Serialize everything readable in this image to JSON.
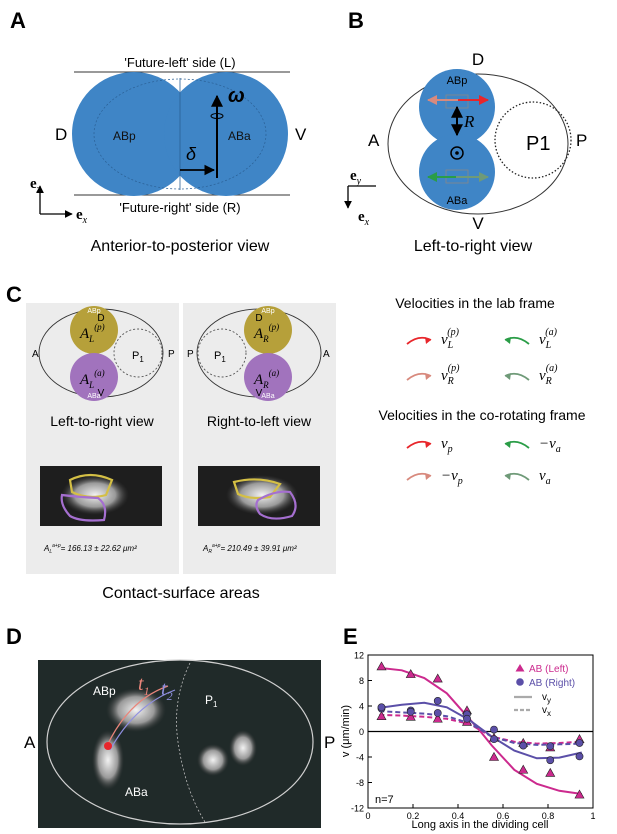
{
  "panels": {
    "A": {
      "letter": "A",
      "top_label": "'Future-left' side (L)",
      "bottom_label": "'Future-right' side (R)",
      "left_axis": "D",
      "right_axis": "V",
      "cell_left": "ABp",
      "cell_right": "ABa",
      "omega": "ω",
      "delta": "δ",
      "axis_z": "e",
      "axis_z_sub": "z",
      "axis_x": "e",
      "axis_x_sub": "x",
      "caption": "Anterior-to-posterior view"
    },
    "B": {
      "letter": "B",
      "top": "D",
      "bottom": "V",
      "left": "A",
      "right": "P",
      "cell_top": "ABp",
      "cell_bottom": "ABa",
      "p1": "P",
      "p1_sub": "1",
      "R": "R",
      "axis_y": "e",
      "axis_y_sub": "y",
      "axis_x": "e",
      "axis_x_sub": "x",
      "caption": "Left-to-right view"
    },
    "C": {
      "letter": "C",
      "left_view": {
        "D": "D",
        "V": "V",
        "A": "A",
        "P": "P",
        "cell_top_small": "ABp",
        "cell_bottom_small": "ABa",
        "area_top": "A",
        "area_top_sub": "L",
        "area_top_sup": "(p)",
        "area_bottom": "A",
        "area_bottom_sub": "L",
        "area_bottom_sup": "(a)",
        "p1": "P",
        "p1_sub": "1",
        "caption": "Left-to-right view",
        "area_value_prefix": "A",
        "area_value_sub": "L",
        "area_value_sup": "a+p",
        "area_value": "= 166.13 ± 22.62 μm²"
      },
      "right_view": {
        "D": "D",
        "V": "V",
        "A": "A",
        "P": "P",
        "cell_top_small": "ABp",
        "cell_bottom_small": "ABa",
        "area_top": "A",
        "area_top_sub": "R",
        "area_top_sup": "(p)",
        "area_bottom": "A",
        "area_bottom_sub": "R",
        "area_bottom_sup": "(a)",
        "p1": "P",
        "p1_sub": "1",
        "caption": "Right-to-left view",
        "area_value_prefix": "A",
        "area_value_sub": "R",
        "area_value_sup": "a+p",
        "area_value": "= 210.49 ± 39.91 μm²"
      },
      "caption": "Contact-surface areas",
      "lab_frame_title": "Velocities in the lab frame",
      "lab": [
        {
          "sym": "v",
          "sub": "L",
          "sup": "(p)",
          "color": "#e8262b"
        },
        {
          "sym": "v",
          "sub": "L",
          "sup": "(a)",
          "color": "#2a9d47"
        },
        {
          "sym": "v",
          "sub": "R",
          "sup": "(p)",
          "color": "#d88a7e"
        },
        {
          "sym": "v",
          "sub": "R",
          "sup": "(a)",
          "color": "#6f9a78"
        }
      ],
      "corot_frame_title": "Velocities in the co-rotating frame",
      "corot": [
        {
          "sym": "v",
          "sub": "p",
          "prefix": "",
          "color": "#e8262b"
        },
        {
          "sym": "v",
          "sub": "a",
          "prefix": "−",
          "color": "#2a9d47"
        },
        {
          "sym": "v",
          "sub": "p",
          "prefix": "−",
          "color": "#d88a7e"
        },
        {
          "sym": "v",
          "sub": "a",
          "prefix": "",
          "color": "#6f9a78"
        }
      ]
    },
    "D": {
      "letter": "D",
      "A": "A",
      "P": "P",
      "cell_top": "ABp",
      "cell_bottom": "ABa",
      "p1": "P",
      "p1_sub": "1",
      "t1": "t",
      "t1_sub": "1",
      "t2": "t",
      "t2_sub": "2"
    },
    "E": {
      "letter": "E",
      "n_label": "n=7"
    }
  },
  "chart_data": {
    "type": "scatter",
    "xlabel": "Long axis in the dividing cell",
    "ylabel": "v (μm/min)",
    "xlim": [
      0,
      1
    ],
    "ylim": [
      -12,
      12
    ],
    "xticks": [
      "0",
      "0.2",
      "0.4",
      "0.6",
      "0.8",
      "1"
    ],
    "xtick_values": [
      0,
      0.2,
      0.4,
      0.6,
      0.8,
      1
    ],
    "yticks": [
      "12",
      "8",
      "4",
      "0",
      "-4",
      "-8",
      "-12"
    ],
    "ytick_values": [
      12,
      8,
      4,
      0,
      -4,
      -8,
      -12
    ],
    "legend": [
      "AB (Left)",
      "AB (Right)",
      "v",
      "v"
    ],
    "legend_subs": [
      "",
      "",
      "y",
      "x"
    ],
    "series": [
      {
        "name": "AB (Left)",
        "marker": "triangle",
        "color": "#cc2a8e",
        "x": [
          0.06,
          0.19,
          0.31,
          0.44,
          0.56,
          0.69,
          0.81,
          0.94
        ],
        "y": [
          10.2,
          9.0,
          8.3,
          3.3,
          -4.0,
          -6.0,
          -6.5,
          -9.9
        ]
      },
      {
        "name": "AB (Right)",
        "marker": "circle",
        "color": "#5b4fa8",
        "x": [
          0.06,
          0.19,
          0.31,
          0.44,
          0.56,
          0.69,
          0.81,
          0.94
        ],
        "y": [
          3.6,
          3.3,
          4.8,
          2.7,
          0.3,
          -2.2,
          -4.5,
          -3.9
        ]
      },
      {
        "name": "AB (Left) vx",
        "marker": "triangle",
        "color": "#cc2a8e",
        "x": [
          0.06,
          0.19,
          0.31,
          0.44,
          0.56,
          0.69,
          0.81,
          0.94
        ],
        "y": [
          2.4,
          2.3,
          2.0,
          1.5,
          -1.0,
          -1.8,
          -2.5,
          -1.2
        ]
      },
      {
        "name": "AB (Right) vx",
        "marker": "circle",
        "color": "#5b4fa8",
        "x": [
          0.06,
          0.19,
          0.31,
          0.44,
          0.56,
          0.69,
          0.81,
          0.94
        ],
        "y": [
          3.8,
          3.1,
          2.9,
          2.0,
          -1.2,
          -2.2,
          -2.3,
          -1.8
        ]
      }
    ],
    "curves": [
      {
        "name": "AB (Left) vy",
        "color": "#cc2a8e",
        "dash": false,
        "x": [
          0.05,
          0.15,
          0.25,
          0.35,
          0.45,
          0.5,
          0.55,
          0.65,
          0.75,
          0.85,
          0.95
        ],
        "y": [
          10.0,
          9.6,
          8.4,
          6.0,
          2.0,
          0.0,
          -2.2,
          -6.0,
          -8.2,
          -9.3,
          -9.8
        ]
      },
      {
        "name": "AB (Right) vy",
        "color": "#5b4fa8",
        "dash": false,
        "x": [
          0.05,
          0.15,
          0.25,
          0.35,
          0.45,
          0.5,
          0.55,
          0.65,
          0.75,
          0.85,
          0.95
        ],
        "y": [
          3.7,
          4.2,
          4.5,
          3.8,
          1.8,
          0.5,
          -0.8,
          -3.0,
          -4.2,
          -4.1,
          -3.3
        ]
      },
      {
        "name": "AB (Left) vx",
        "color": "#cc2a8e",
        "dash": true,
        "x": [
          0.05,
          0.15,
          0.25,
          0.35,
          0.45,
          0.5,
          0.55,
          0.65,
          0.75,
          0.85,
          0.95
        ],
        "y": [
          2.6,
          2.5,
          2.3,
          2.0,
          1.2,
          0.2,
          -0.8,
          -1.6,
          -1.9,
          -1.8,
          -1.6
        ]
      },
      {
        "name": "AB (Right) vx",
        "color": "#5b4fa8",
        "dash": true,
        "x": [
          0.05,
          0.15,
          0.25,
          0.35,
          0.45,
          0.5,
          0.55,
          0.65,
          0.75,
          0.85,
          0.95
        ],
        "y": [
          3.2,
          3.0,
          2.8,
          2.4,
          1.3,
          0.3,
          -0.8,
          -1.8,
          -2.1,
          -2.0,
          -1.9
        ]
      }
    ]
  }
}
